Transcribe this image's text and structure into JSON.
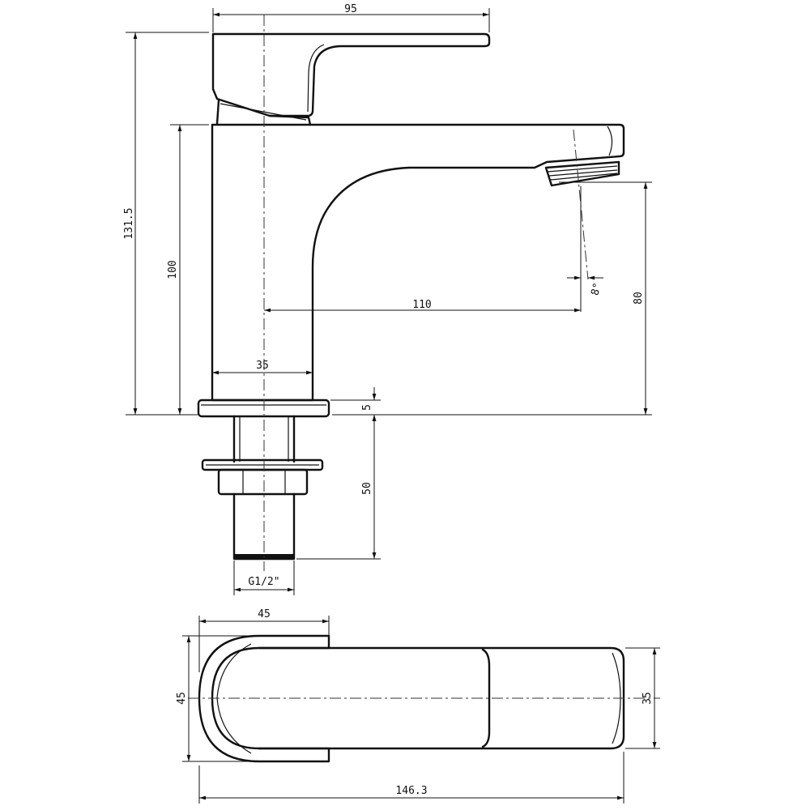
{
  "drawing": {
    "dimensions": {
      "top_width": "95",
      "total_height": "131.5",
      "body_height": "100",
      "spout_angle": "8°",
      "spout_reach": "110",
      "outlet_height": "80",
      "body_width": "35",
      "base_thickness": "5",
      "shank_length": "50",
      "thread": "G1/2\"",
      "plan_width": "45",
      "plan_depth": "45",
      "spout_width": "35",
      "total_length": "146.3"
    }
  }
}
